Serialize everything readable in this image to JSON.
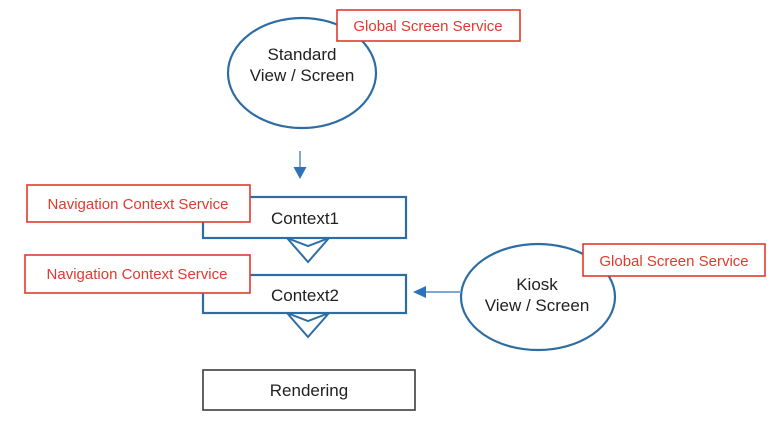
{
  "diagram": {
    "colors": {
      "background": "#ffffff",
      "node_stroke": "#2e6da4",
      "node_text": "#212121",
      "service_label": "#e03a2e",
      "rendering_stroke": "#3c3c3c",
      "arrow_stem": "#7fa8d9",
      "arrow_head": "#2d72b8"
    },
    "nodes": {
      "standard_view": {
        "line1": "Standard",
        "line2": "View / Screen"
      },
      "kiosk_view": {
        "line1": "Kiosk",
        "line2": "View / Screen"
      },
      "context1": {
        "label": "Context1"
      },
      "context2": {
        "label": "Context2"
      },
      "rendering": {
        "label": "Rendering"
      }
    },
    "service_labels": {
      "standard_global_screen": "Global Screen Service",
      "kiosk_global_screen": "Global Screen Service",
      "context1_navigation": "Navigation Context Service",
      "context2_navigation": "Navigation Context Service"
    }
  }
}
